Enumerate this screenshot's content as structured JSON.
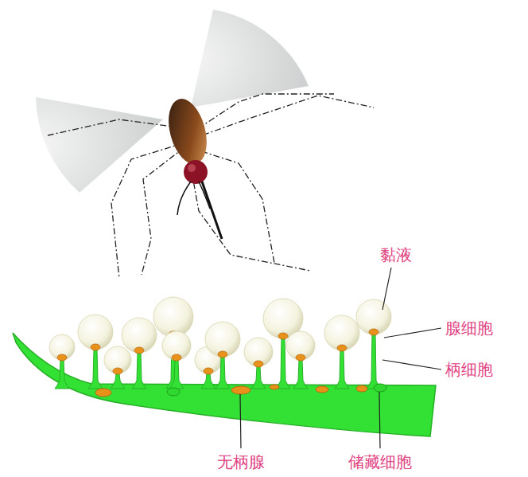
{
  "diagram": {
    "labels": [
      "黏液",
      "腺细胞",
      "柄细胞",
      "无柄腺",
      "储藏细胞"
    ]
  }
}
